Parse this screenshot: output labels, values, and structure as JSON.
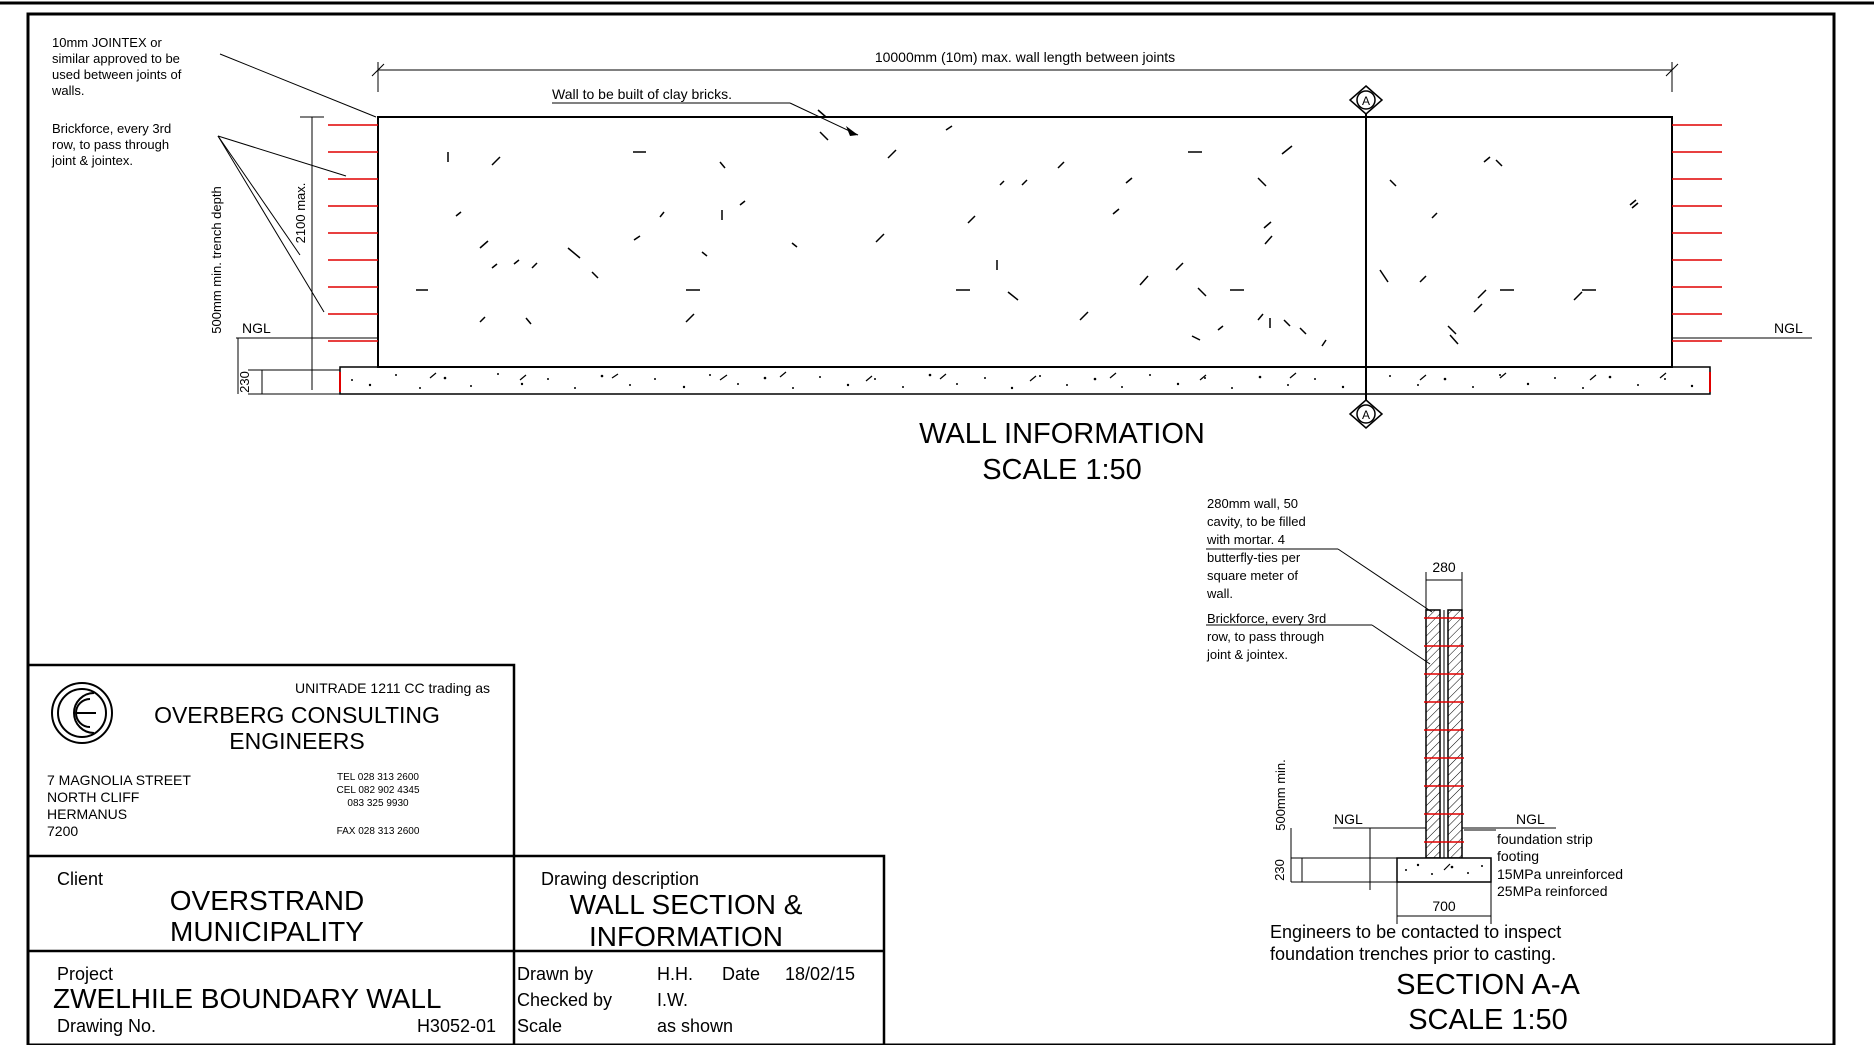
{
  "wall_information": {
    "notes": {
      "jointex": [
        "10mm JOINTEX or",
        "similar approved to be",
        "used between joints of",
        "walls."
      ],
      "brickforce": [
        "Brickforce, every 3rd",
        "row, to pass through",
        "joint & jointex."
      ]
    },
    "length_dim": "10000mm (10m) max. wall length between joints",
    "material_note": "Wall to be built of clay bricks.",
    "height_dim": "2100 max.",
    "trench_dim": "500mm min. trench depth",
    "footing_dim": "230",
    "ngl_left": "NGL",
    "ngl_right": "NGL",
    "section_marker": "A",
    "title": "WALL INFORMATION",
    "scale": "SCALE 1:50"
  },
  "section_aa": {
    "wall_note": [
      "280mm wall, 50",
      "cavity, to be filled",
      "with mortar. 4",
      "butterfly-ties per",
      "square meter of",
      "wall."
    ],
    "brickforce_note": [
      "Brickforce, every 3rd",
      "row, to pass through",
      "joint & jointex."
    ],
    "width_dim": "280",
    "depth_dim": "500mm min.",
    "footing_height_dim": "230",
    "footing_width_dim": "700",
    "ngl_left": "NGL",
    "ngl_right": "NGL",
    "footing_note": [
      "foundation strip",
      "footing",
      "15MPa unreinforced",
      "25MPa reinforced"
    ],
    "inspection_note": [
      "Engineers to be contacted to inspect",
      "foundation trenches prior to casting."
    ],
    "title": "SECTION A-A",
    "scale": "SCALE 1:50"
  },
  "title_block": {
    "company": {
      "trading_as": "UNITRADE 1211 CC trading as",
      "name_line1": "OVERBERG CONSULTING",
      "name_line2": "ENGINEERS",
      "address": [
        "7 MAGNOLIA STREET",
        "NORTH CLIFF",
        "HERMANUS",
        "7200"
      ],
      "tel": "TEL 028 313 2600",
      "cel": "CEL 082 902 4345",
      "cel2": "083 325 9930",
      "fax": "FAX 028 313 2600"
    },
    "client_label": "Client",
    "client_line1": "OVERSTRAND",
    "client_line2": "MUNICIPALITY",
    "description_label": "Drawing description",
    "description_line1": "WALL SECTION &",
    "description_line2": "INFORMATION",
    "project_label": "Project",
    "project_name": "ZWELHILE BOUNDARY WALL",
    "drawing_no_label": "Drawing No.",
    "drawing_no": "H3052-01",
    "drawn_by_label": "Drawn by",
    "drawn_by": "H.H.",
    "date_label": "Date",
    "date": "18/02/15",
    "checked_by_label": "Checked by",
    "checked_by": "I.W.",
    "scale_label": "Scale",
    "scale_value": "as shown"
  }
}
